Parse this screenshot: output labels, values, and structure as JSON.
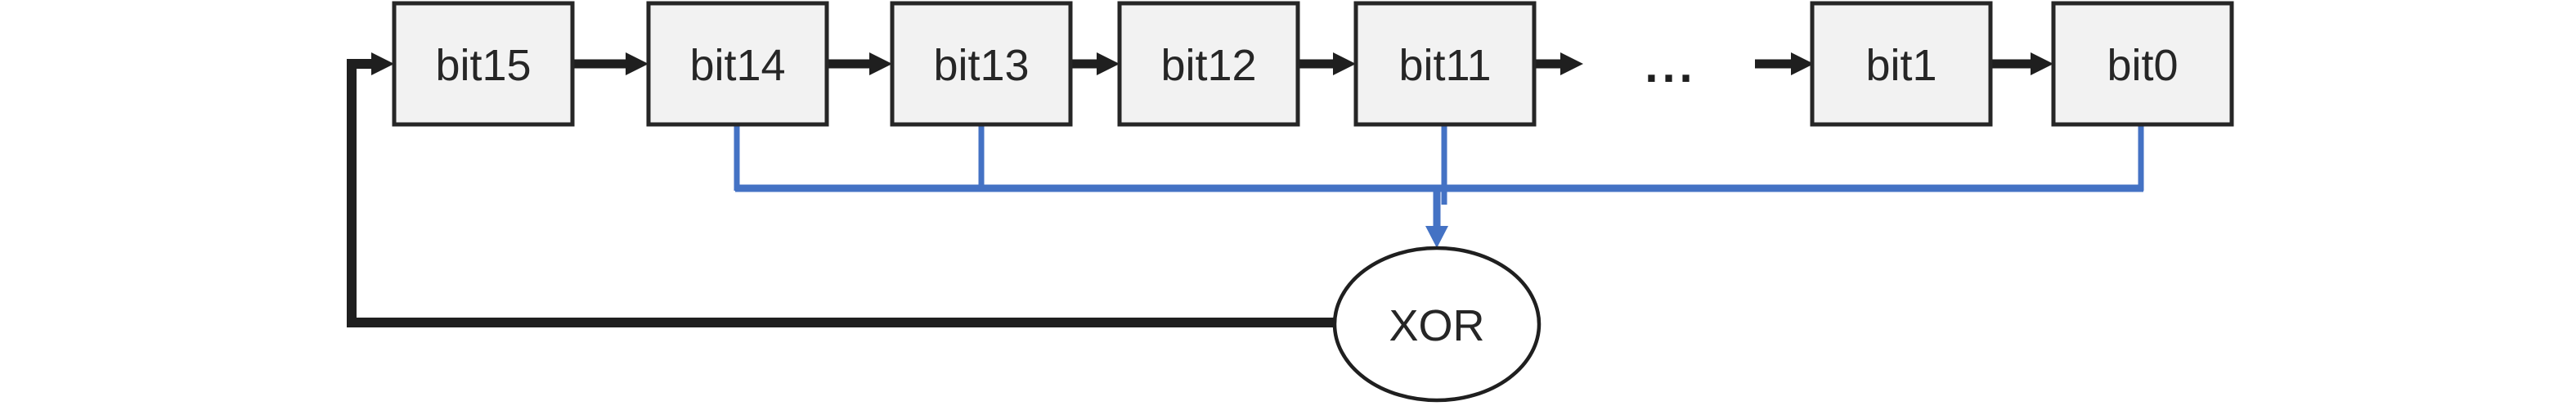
{
  "registers": [
    {
      "label": "bit15"
    },
    {
      "label": "bit14"
    },
    {
      "label": "bit13"
    },
    {
      "label": "bit12"
    },
    {
      "label": "bit11"
    },
    {
      "label": "bit1"
    },
    {
      "label": "bit0"
    }
  ],
  "ellipsis": "...",
  "xor": {
    "label": "XOR"
  },
  "colors": {
    "line_black": "#1f1f1f",
    "box_border": "#262626",
    "box_fill": "#f2f2f2",
    "tap_blue": "#4472c4",
    "text_color": "#262626"
  }
}
